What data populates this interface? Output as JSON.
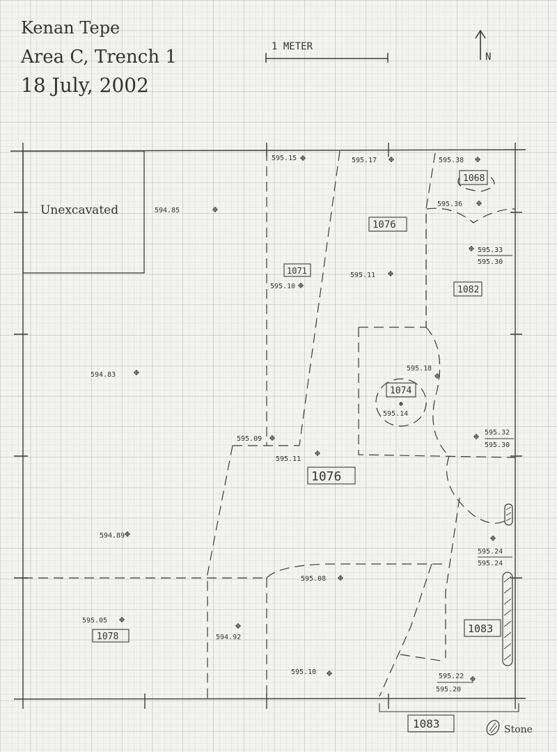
{
  "header": {
    "site": "Kenan Tepe",
    "area": "Area C, Trench 1",
    "date": "18 July, 2002"
  },
  "scale_label": "1 METER",
  "north_label": "N",
  "unexcavated_label": "Unexcavated",
  "elevations": [
    {
      "id": "e1",
      "value": "595.15"
    },
    {
      "id": "e2",
      "value": "595.17"
    },
    {
      "id": "e3",
      "value": "595.38"
    },
    {
      "id": "e4",
      "value": "594.85"
    },
    {
      "id": "e5",
      "value": "595.36"
    },
    {
      "id": "e6",
      "value": "595.33"
    },
    {
      "id": "e7",
      "value": "595.30"
    },
    {
      "id": "e8",
      "value": "595.10"
    },
    {
      "id": "e9",
      "value": "595.11"
    },
    {
      "id": "e10",
      "value": "594.83"
    },
    {
      "id": "e11",
      "value": "595.18"
    },
    {
      "id": "e12",
      "value": "595.14"
    },
    {
      "id": "e13",
      "value": "595.09"
    },
    {
      "id": "e14",
      "value": "595.11"
    },
    {
      "id": "e15",
      "value": "595.32"
    },
    {
      "id": "e16",
      "value": "595.30"
    },
    {
      "id": "e17",
      "value": "594.89"
    },
    {
      "id": "e18",
      "value": "595.24"
    },
    {
      "id": "e19",
      "value": "595.24"
    },
    {
      "id": "e20",
      "value": "595.08"
    },
    {
      "id": "e21",
      "value": "595.05"
    },
    {
      "id": "e22",
      "value": "594.92"
    },
    {
      "id": "e23",
      "value": "595.10"
    },
    {
      "id": "e24",
      "value": "595.22"
    },
    {
      "id": "e25",
      "value": "595.20"
    }
  ],
  "loci": [
    {
      "id": "l1068",
      "label": "1068"
    },
    {
      "id": "l1076a",
      "label": "1076"
    },
    {
      "id": "l1071",
      "label": "1071"
    },
    {
      "id": "l1082",
      "label": "1082"
    },
    {
      "id": "l1074",
      "label": "1074"
    },
    {
      "id": "l1076b",
      "label": "1076"
    },
    {
      "id": "l1078",
      "label": "1078"
    },
    {
      "id": "l1083a",
      "label": "1083"
    },
    {
      "id": "l1083b",
      "label": "1083"
    }
  ],
  "legend": {
    "stone_label": "Stone"
  }
}
